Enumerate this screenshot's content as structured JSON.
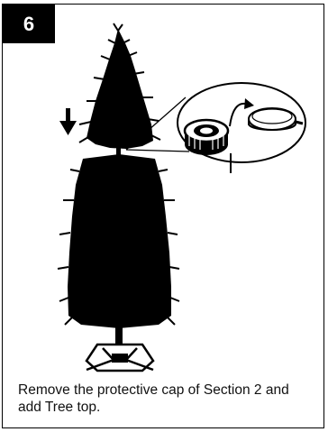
{
  "step": {
    "number": "6"
  },
  "instruction": {
    "text": "Remove the protective cap of Section 2 and add Tree top."
  },
  "icons": {
    "arrow": "down-arrow-icon",
    "top_section": "tree-top-section",
    "lower_section": "tree-lower-section",
    "stand": "tree-stand-icon",
    "cap": "protective-cap-icon",
    "ring": "cap-ring-icon"
  },
  "colors": {
    "ink": "#000000",
    "badge_bg": "#000000",
    "badge_text": "#ffffff"
  }
}
